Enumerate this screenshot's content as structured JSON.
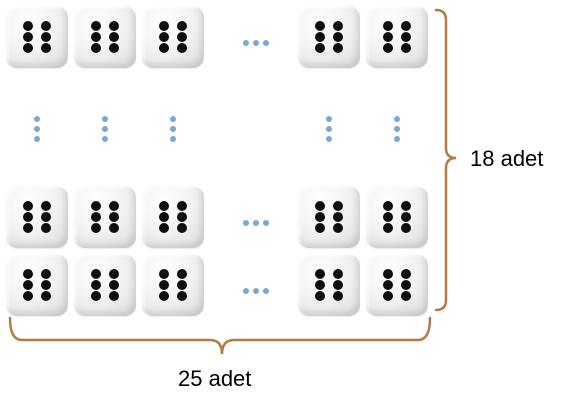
{
  "grid": {
    "pips_per_die": 6,
    "colors": {
      "pip": "#0f0f0f",
      "ellipsis": "#7ba7d6",
      "brace": "#b07d48"
    }
  },
  "labels": {
    "rows_count": "18 adet",
    "columns_count": "25 adet"
  }
}
